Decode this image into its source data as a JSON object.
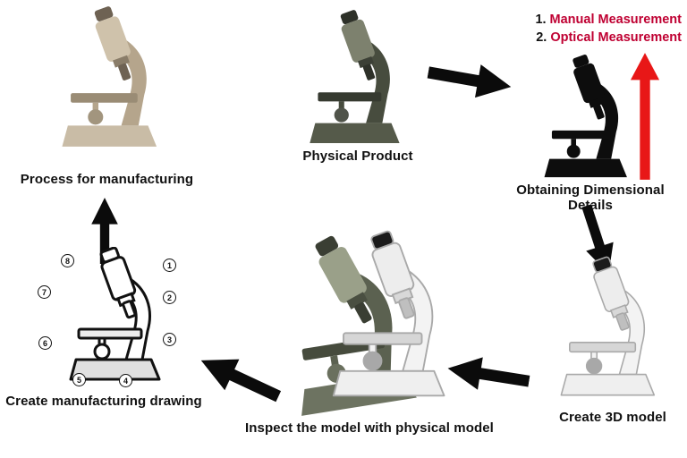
{
  "labels": {
    "process_for_manufacturing": "Process for manufacturing",
    "physical_product": "Physical Product",
    "obtaining_dimensional_details": "Obtaining Dimensional Details",
    "create_3d_model": "Create 3D model",
    "inspect_model": "Inspect the model with physical model",
    "create_manufacturing_drawing": "Create manufacturing drawing"
  },
  "measurements": [
    {
      "num": "1.",
      "text": "Manual Measurement"
    },
    {
      "num": "2.",
      "text": "Optical Measurement"
    }
  ],
  "callouts": [
    "1",
    "2",
    "3",
    "4",
    "5",
    "6",
    "7",
    "8"
  ],
  "figures": {
    "top_left": "beige-manufactured-microscope",
    "top_middle": "physical-product-microscope",
    "top_right": "black-silhouette-microscope",
    "bottom_right": "white-3d-model-microscope",
    "bottom_middle": "overlaid-physical-and-3d-microscopes",
    "bottom_left": "microscope-line-drawing-with-callouts"
  },
  "colors": {
    "measurement_text": "#bf0032",
    "red_arrow": "#e81717",
    "black_arrow": "#0b0b0b"
  }
}
